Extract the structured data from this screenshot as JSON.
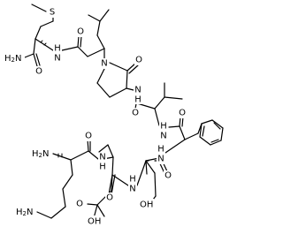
{
  "diagram": {
    "kind": "skeletal structural formula",
    "style": {
      "background": "#ffffff",
      "bond_color": "#000000",
      "label_color": "#000000"
    },
    "atom_labels": [
      {
        "id": "s-methionine",
        "text": "S"
      },
      {
        "id": "amide-nitrogen-terminal",
        "text": "H2N",
        "main": "H",
        "sub": "2",
        "tail": "N"
      },
      {
        "id": "oxygen-methionine-carbonyl",
        "text": "O"
      },
      {
        "id": "nh-methionine",
        "text": "H\nN",
        "top": "H",
        "bottom": "N"
      },
      {
        "id": "oxygen-leucine-carbonyl",
        "text": "O"
      },
      {
        "id": "n-pyrrolidinone",
        "text": "N"
      },
      {
        "id": "oxygen-lactam",
        "text": "O"
      },
      {
        "id": "nh-lactam-side",
        "text": "N\nH",
        "top": "N",
        "bottom": "H"
      },
      {
        "id": "oxygen-valine-amide",
        "text": "O"
      },
      {
        "id": "nh-valine",
        "text": "H\nN",
        "top": "H",
        "bottom": "N"
      },
      {
        "id": "oxygen-phe-carbonyl",
        "text": "O"
      },
      {
        "id": "nh-phenylalanine",
        "text": "H\nN",
        "top": "H",
        "bottom": "N"
      },
      {
        "id": "nh-serine",
        "text": "H\nN",
        "top": "H",
        "bottom": "N"
      },
      {
        "id": "oxygen-serine-carbonyl",
        "text": "O"
      },
      {
        "id": "oh-serine",
        "text": "OH"
      },
      {
        "id": "oxygen-lysine-carbonyl",
        "text": "O"
      },
      {
        "id": "nh-aspartate",
        "text": "N\nH",
        "top": "N",
        "bottom": "H"
      },
      {
        "id": "nh2-lysine-alpha",
        "text": "H2N",
        "main": "H",
        "sub": "2",
        "tail": "N"
      },
      {
        "id": "oxygen-aspartate-carbonyl",
        "text": "O"
      },
      {
        "id": "oxygen-acid-carbonyl",
        "text": "O"
      },
      {
        "id": "oh-acid",
        "text": "OH"
      },
      {
        "id": "nh2-lysine-side",
        "text": "H2N",
        "main": "H",
        "sub": "2",
        "tail": "N"
      }
    ]
  }
}
